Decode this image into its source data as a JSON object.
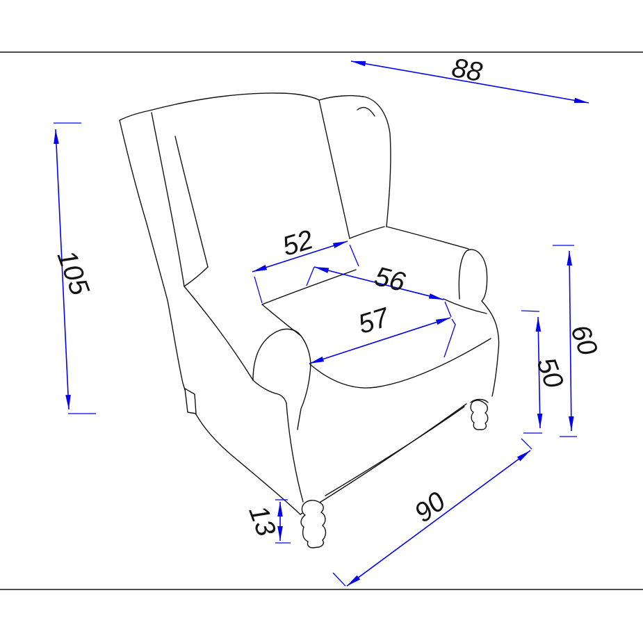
{
  "drawing": {
    "subject": "wingback-armchair-dimension-diagram",
    "colors": {
      "dimension_blue": "#0202ee",
      "outline_black": "#121212",
      "background": "#ffffff"
    },
    "dims": {
      "overall_width": {
        "value": "88"
      },
      "overall_height": {
        "value": "105"
      },
      "seat_back_width": {
        "value": "52"
      },
      "seat_depth": {
        "value": "56"
      },
      "seat_width": {
        "value": "57"
      },
      "arm_height": {
        "value": "60"
      },
      "seat_height": {
        "value": "50"
      },
      "overall_depth": {
        "value": "90"
      },
      "leg_height": {
        "value": "13"
      }
    }
  }
}
